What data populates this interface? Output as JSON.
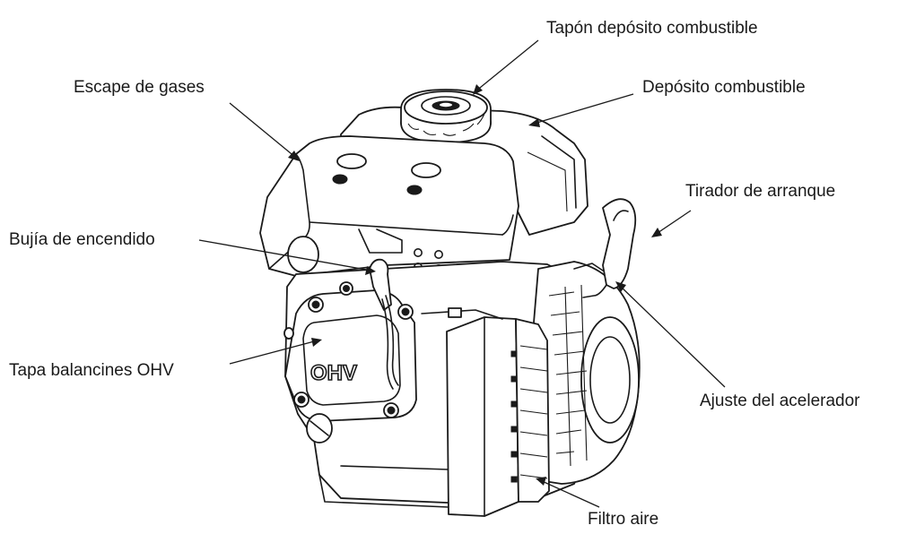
{
  "labels": {
    "fuel_cap": "Tapón depósito combustible",
    "exhaust": "Escape de gases",
    "fuel_tank": "Depósito combustible",
    "starter_handle": "Tirador de arranque",
    "spark_plug": "Bujía de encendido",
    "valve_cover": "Tapa balancines OHV",
    "throttle_adjust": "Ajuste del acelerador",
    "air_filter": "Filtro aire"
  },
  "engine": {
    "cover_marking": "OHV"
  }
}
